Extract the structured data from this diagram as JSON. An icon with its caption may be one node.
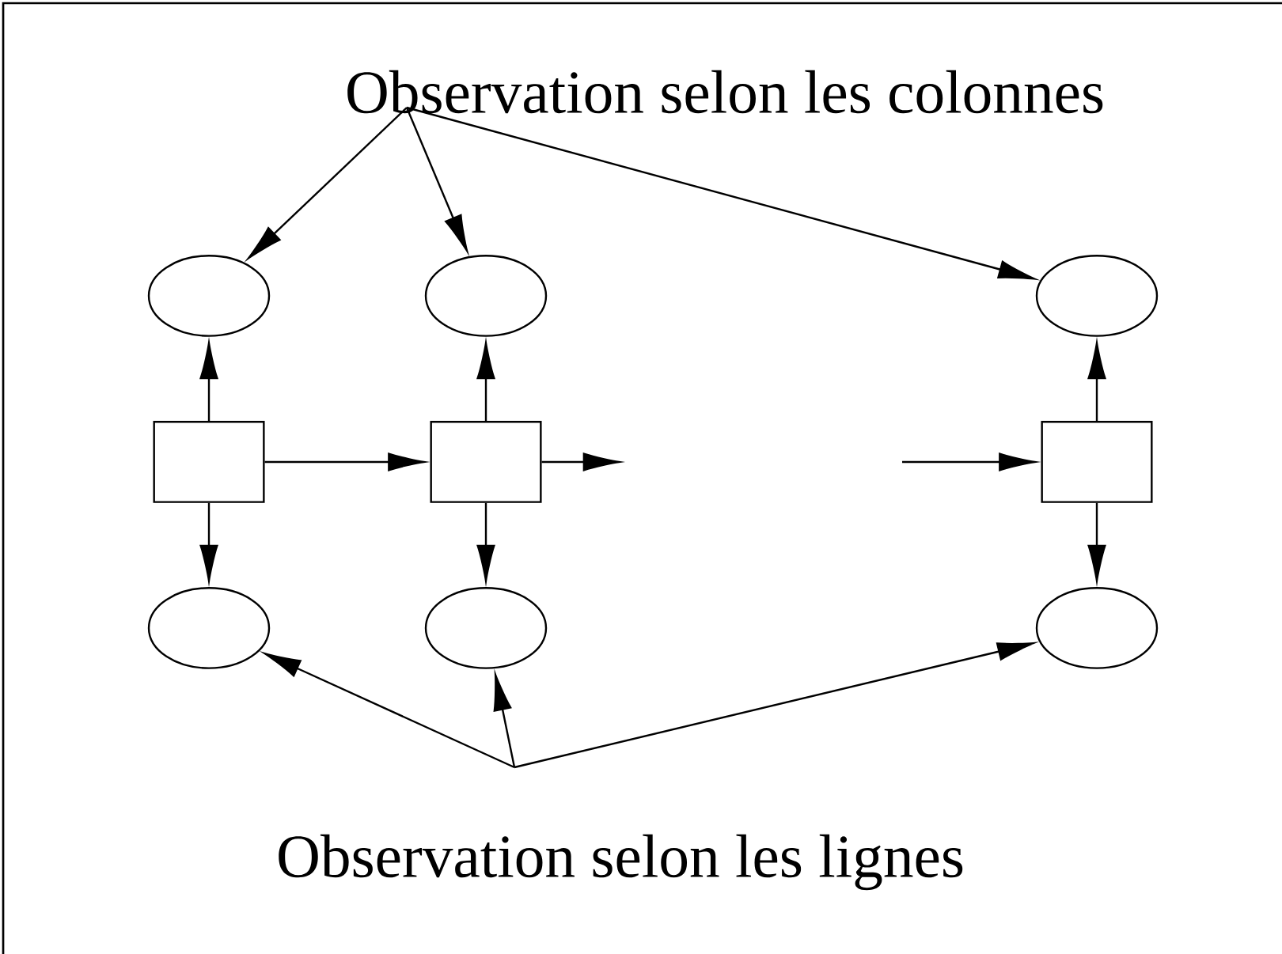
{
  "diagram": {
    "nodes": [
      {
        "text": [
          "Observation selon les colonnes"
        ]
      },
      {
        "text": [],
        "shape": "circle"
      },
      {
        "text": [],
        "shape": "circle"
      },
      {
        "text": [],
        "shape": "circle"
      },
      {
        "text": [],
        "shape": "box"
      },
      {
        "text": [],
        "shape": "box"
      },
      {
        "text": [],
        "shape": "box"
      },
      {
        "text": [],
        "shape": "circle"
      },
      {
        "text": [],
        "shape": "circle"
      },
      {
        "text": [],
        "shape": "circle"
      },
      {
        "text": [
          "Observation selon les lignes"
        ]
      }
    ],
    "edges": [
      {
        "from": 0,
        "to": 1,
        "arrow": "to"
      },
      {
        "from": 0,
        "to": 2,
        "arrow": "to"
      },
      {
        "from": 0,
        "to": 3,
        "arrow": "to"
      },
      {
        "from": 4,
        "to": 1,
        "arrow": "to"
      },
      {
        "from": 4,
        "to": 7,
        "arrow": "to"
      },
      {
        "from": 4,
        "to": 5,
        "arrow": "to"
      },
      {
        "from": 5,
        "to": 2,
        "arrow": "to"
      },
      {
        "from": 5,
        "to": 8,
        "arrow": "to"
      },
      {
        "from": 5,
        "to": null,
        "arrow": "to"
      },
      {
        "from": null,
        "to": 6,
        "arrow": "to"
      },
      {
        "from": 6,
        "to": 3,
        "arrow": "to"
      },
      {
        "from": 6,
        "to": 9,
        "arrow": "to"
      },
      {
        "from": 10,
        "to": 7,
        "arrow": "to"
      },
      {
        "from": 10,
        "to": 8,
        "arrow": "to"
      },
      {
        "from": 10,
        "to": 9,
        "arrow": "to"
      }
    ]
  }
}
